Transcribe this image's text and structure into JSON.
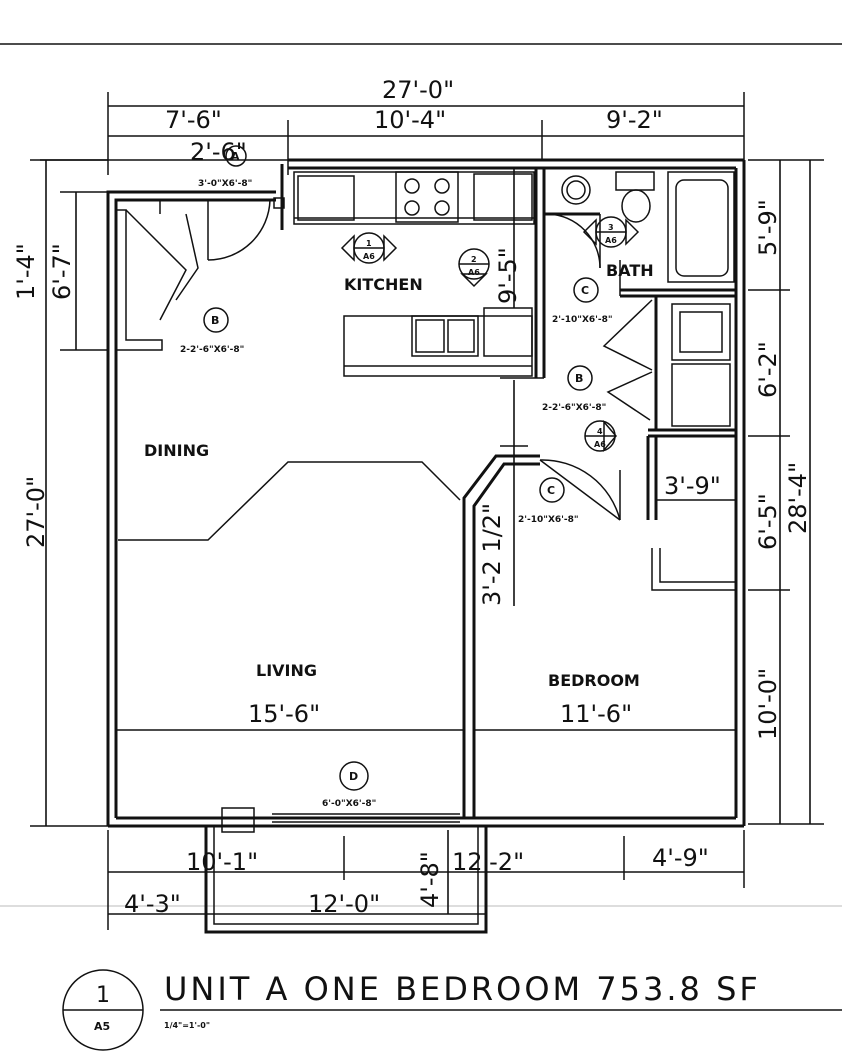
{
  "plan": {
    "overall_top": "27'-0\"",
    "overall_left": "27'-0\"",
    "overall_right": "28'-4\"",
    "top_dims": [
      "7'-6\"",
      "10'-4\"",
      "9'-2\""
    ],
    "left_dims": [
      "1'-4\"",
      "6'-7\""
    ],
    "right_dims": [
      "5'-9\"",
      "6'-2\"",
      "6'-5\"",
      "10'-0\""
    ],
    "bottom_dims": [
      "10'-1\"",
      "12'-2\"",
      "4'-9\"",
      "4'-3\"",
      "12'-0\"",
      "4'-8\""
    ],
    "interior_dims": {
      "entry_width": "2'-6\"",
      "kitchen_depth": "9'-5\"",
      "hall_width": "3'-2 1/2\"",
      "closet": "3'-9\"",
      "living_width": "15'-6\"",
      "bedroom_width": "11'-6\""
    },
    "rooms": [
      "KITCHEN",
      "BATH",
      "DINING",
      "LIVING",
      "BEDROOM"
    ],
    "door_notes": {
      "entry": "3'-0\"X6'-8\"",
      "closet_b1": "2-2'-6\"X6'-8\"",
      "bath_c": "2'-10\"X6'-8\"",
      "closet_b2": "2-2'-6\"X6'-8\"",
      "bedroom_c": "2'-10\"X6'-8\"",
      "patio_d": "6'-0\"X6'-8\""
    },
    "door_tags": {
      "a": "A",
      "b": "B",
      "c": "C",
      "d": "D"
    },
    "section_refs": [
      {
        "num": "1",
        "sheet": "A6"
      },
      {
        "num": "2",
        "sheet": "A6"
      },
      {
        "num": "3",
        "sheet": "A6"
      },
      {
        "num": "4",
        "sheet": "A6"
      }
    ]
  },
  "title_block": {
    "number": "1",
    "sheet": "A5",
    "title": "UNIT A ONE BEDROOM 753.8 SF",
    "scale": "1/4\"=1'-0\""
  }
}
